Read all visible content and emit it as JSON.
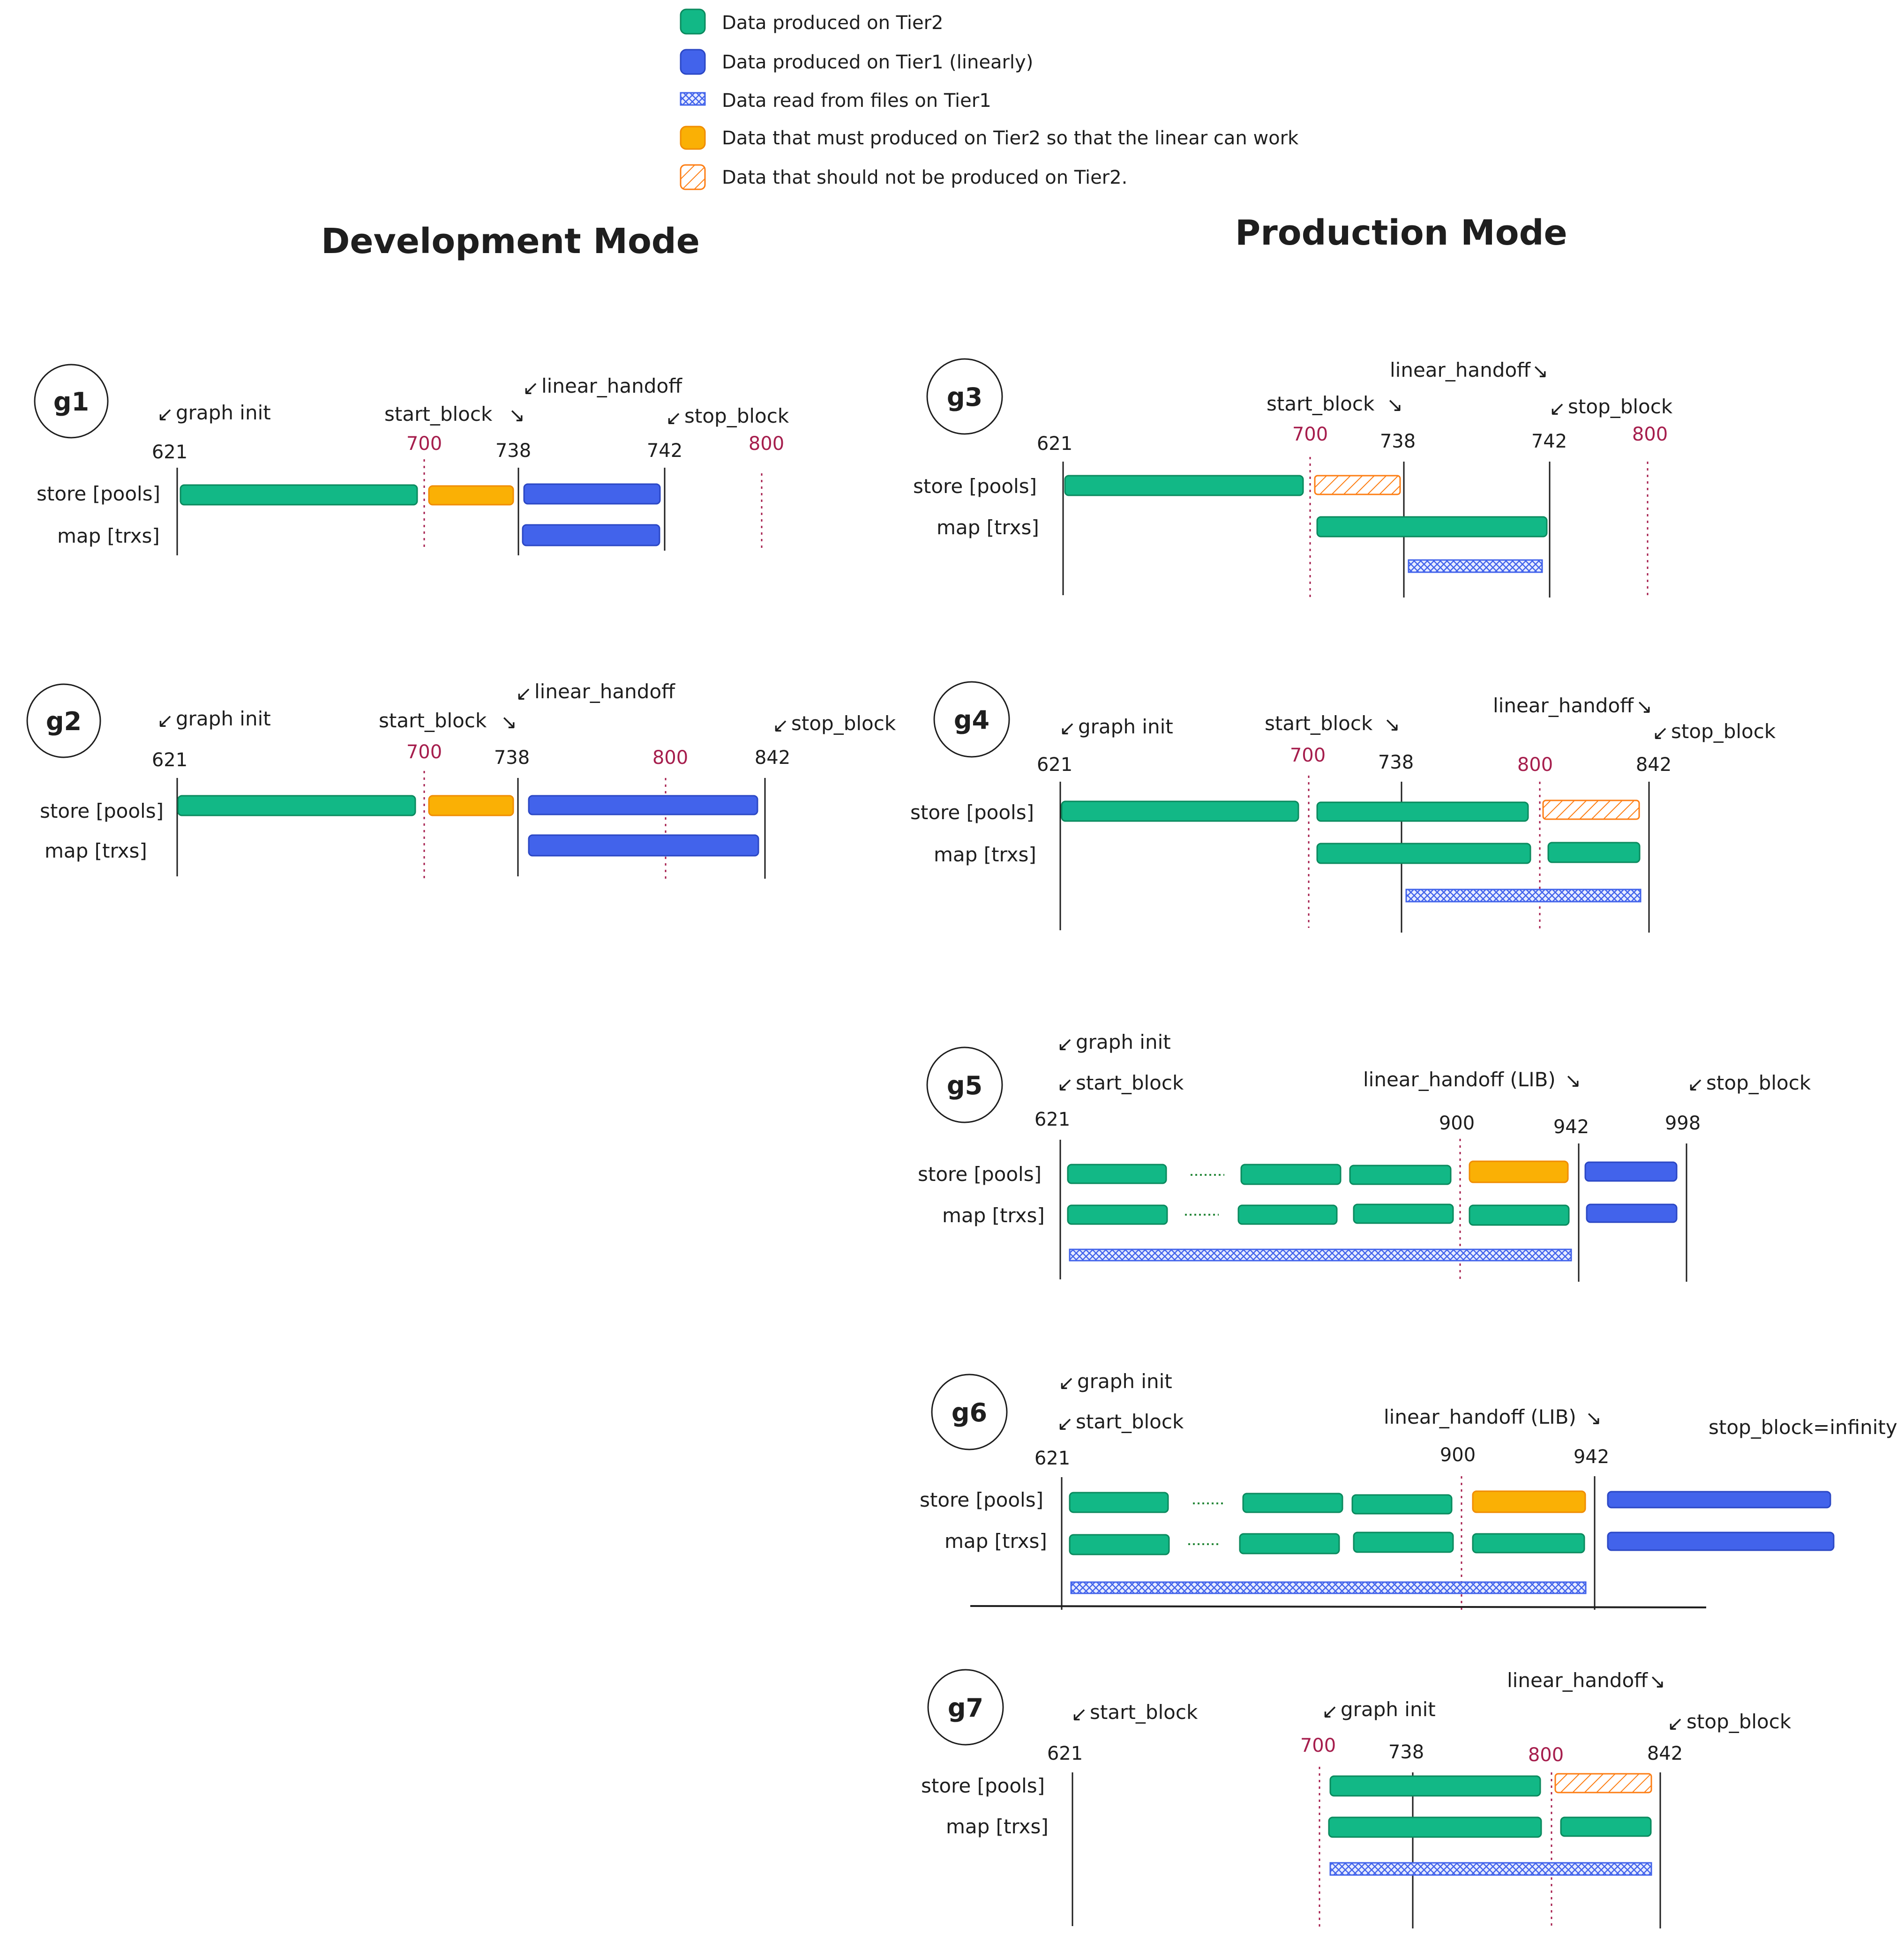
{
  "colors": {
    "tier2": "#12b886",
    "tier1": "#4263eb",
    "tier1_file": "#4263eb",
    "must_tier2": "#fab005",
    "should_not": "#fd7e14",
    "red_label": "#a61e4d",
    "ink": "#1e1e1e"
  },
  "legend": [
    {
      "kind": "tier2",
      "text": "Data produced on Tier2"
    },
    {
      "kind": "tier1",
      "text": "Data produced on Tier1 (linearly)"
    },
    {
      "kind": "file",
      "text": "Data read from files on Tier1"
    },
    {
      "kind": "must",
      "text": "Data that must produced on Tier2 so that the linear can work"
    },
    {
      "kind": "shouldnot",
      "text": "Data that should not be produced on Tier2."
    }
  ],
  "titles": {
    "dev": "Development Mode",
    "prod": "Production Mode"
  },
  "rows": {
    "store": "store [pools]",
    "map": "map [trxs]"
  },
  "graphs": [
    {
      "id": "g1",
      "annotations": [
        {
          "text": "graph init",
          "arrow": "left"
        },
        {
          "text": "start_block",
          "arrow": "right"
        },
        {
          "text": "linear_handoff",
          "arrow": "left"
        },
        {
          "text": "stop_block",
          "arrow": "left"
        }
      ],
      "ticks": [
        "621",
        "700",
        "738",
        "742",
        "800"
      ],
      "red_ticks": [
        "700",
        "800"
      ]
    },
    {
      "id": "g2",
      "annotations": [
        {
          "text": "graph init",
          "arrow": "left"
        },
        {
          "text": "start_block",
          "arrow": "right"
        },
        {
          "text": "linear_handoff",
          "arrow": "left"
        },
        {
          "text": "stop_block",
          "arrow": "left"
        }
      ],
      "ticks": [
        "621",
        "700",
        "738",
        "800",
        "842"
      ],
      "red_ticks": [
        "700",
        "800"
      ]
    },
    {
      "id": "g3",
      "annotations": [
        {
          "text": "linear_handoff",
          "arrow": "right"
        },
        {
          "text": "start_block",
          "arrow": "right"
        },
        {
          "text": "stop_block",
          "arrow": "left"
        }
      ],
      "ticks": [
        "621",
        "700",
        "738",
        "742",
        "800"
      ],
      "red_ticks": [
        "700",
        "800"
      ]
    },
    {
      "id": "g4",
      "annotations": [
        {
          "text": "graph init",
          "arrow": "left"
        },
        {
          "text": "start_block",
          "arrow": "right"
        },
        {
          "text": "linear_handoff",
          "arrow": "right"
        },
        {
          "text": "stop_block",
          "arrow": "left"
        }
      ],
      "ticks": [
        "621",
        "700",
        "738",
        "800",
        "842"
      ],
      "red_ticks": [
        "700",
        "800"
      ]
    },
    {
      "id": "g5",
      "annotations": [
        {
          "text": "graph init",
          "arrow": "left"
        },
        {
          "text": "start_block",
          "arrow": "left"
        },
        {
          "text": "linear_handoff (LIB)",
          "arrow": "right"
        },
        {
          "text": "stop_block",
          "arrow": "left"
        }
      ],
      "ticks": [
        "621",
        "900",
        "942",
        "998"
      ],
      "red_ticks": []
    },
    {
      "id": "g6",
      "annotations": [
        {
          "text": "graph init",
          "arrow": "left"
        },
        {
          "text": "start_block",
          "arrow": "left"
        },
        {
          "text": "linear_handoff (LIB)",
          "arrow": "right"
        },
        {
          "text": "stop_block=infinity",
          "arrow": "none"
        }
      ],
      "ticks": [
        "621",
        "900",
        "942"
      ],
      "red_ticks": []
    },
    {
      "id": "g7",
      "annotations": [
        {
          "text": "start_block",
          "arrow": "left"
        },
        {
          "text": "graph init",
          "arrow": "left"
        },
        {
          "text": "linear_handoff",
          "arrow": "right"
        },
        {
          "text": "stop_block",
          "arrow": "left"
        }
      ],
      "ticks": [
        "621",
        "700",
        "738",
        "800",
        "842"
      ],
      "red_ticks": [
        "700",
        "800"
      ]
    }
  ]
}
